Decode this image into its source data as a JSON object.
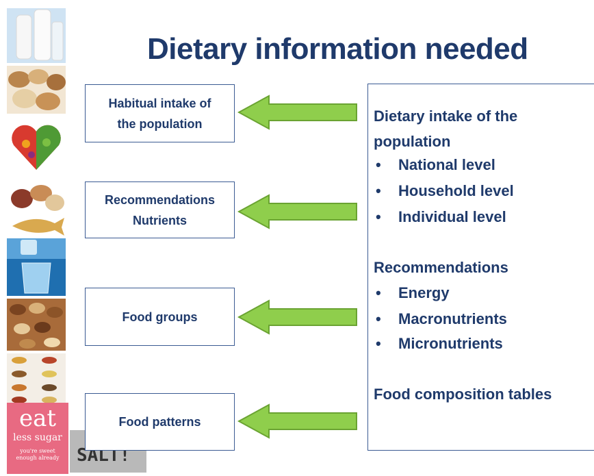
{
  "title": "Dietary information needed",
  "left_boxes": [
    {
      "lines": [
        "Habitual  intake of",
        "the population"
      ]
    },
    {
      "lines": [
        "Recommendations",
        "Nutrients"
      ]
    },
    {
      "lines": [
        "Food groups"
      ]
    },
    {
      "lines": [
        "Food patterns"
      ]
    }
  ],
  "right_panel": {
    "heading1": [
      "Dietary intake of the",
      "population"
    ],
    "bullets1": [
      "National level",
      "Household level",
      "Individual level"
    ],
    "heading2": "Recommendations",
    "bullets2": [
      "Energy",
      "Macronutrients",
      "Micronutrients"
    ],
    "heading3": "Food composition tables"
  },
  "bullet_char": "•",
  "thumbnails": [
    {
      "icon": "milk-bottles-icon"
    },
    {
      "icon": "bread-rolls-icon"
    },
    {
      "icon": "fruit-vegetable-heart-icon"
    },
    {
      "icon": "meat-fish-icon"
    },
    {
      "icon": "water-glass-icon"
    },
    {
      "icon": "nuts-icon"
    },
    {
      "icon": "spice-spoons-icon"
    },
    {
      "icon": "eat-less-sugar-sign-icon"
    },
    {
      "icon": "salt-sign-icon"
    }
  ],
  "sugar_sign": {
    "line1": "eat",
    "line2": "less sugar",
    "line3": "you're sweet",
    "line4": "enough already"
  },
  "salt_sign": {
    "text": "SALT!"
  },
  "colors": {
    "title": "#1f3a6b",
    "arrow_fill": "#8fce4c",
    "arrow_stroke": "#6aa332",
    "border": "#3a5a92"
  }
}
